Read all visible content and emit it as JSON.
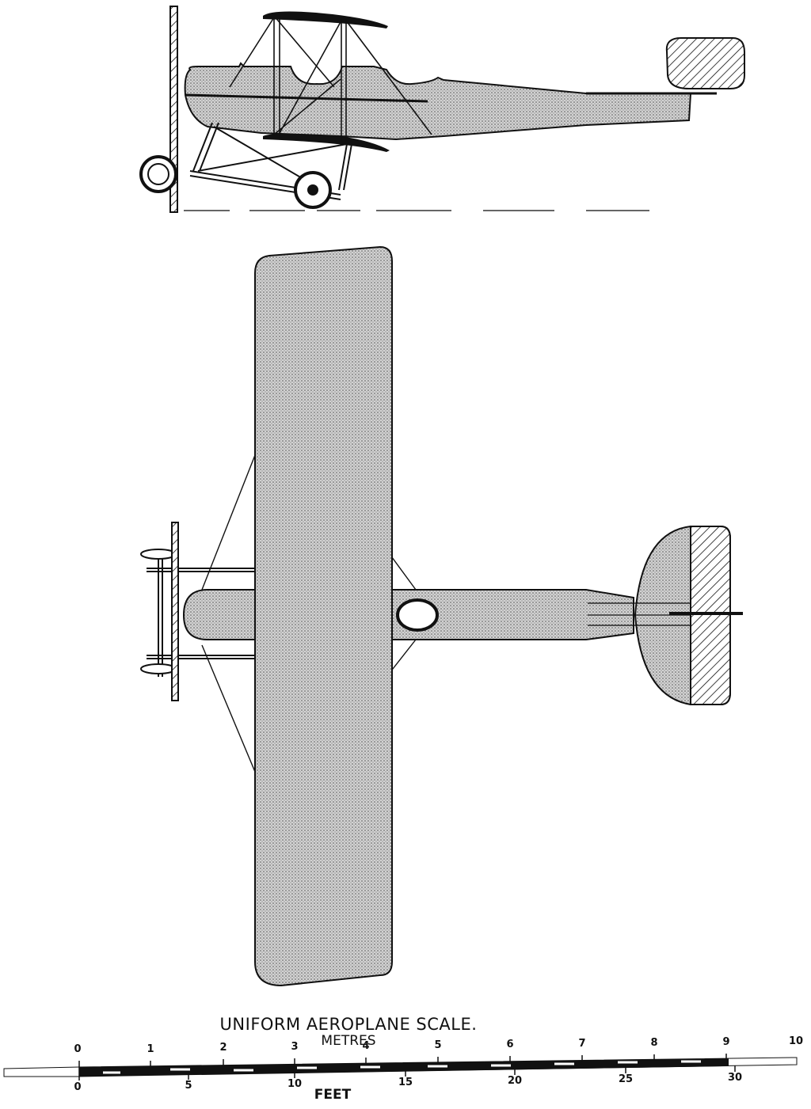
{
  "figure": {
    "subject": "Biplane three-view drawing (side elevation and plan)",
    "views": [
      "side-elevation",
      "plan-view"
    ]
  },
  "scale": {
    "title": "UNIFORM AEROPLANE SCALE.",
    "metres_label": "METRES",
    "feet_label": "FEET",
    "metre_ticks": [
      "0",
      "1",
      "2",
      "3",
      "4",
      "5",
      "6",
      "7",
      "8",
      "9",
      "10"
    ],
    "feet_ticks": [
      "0",
      "5",
      "10",
      "15",
      "20",
      "25",
      "30"
    ]
  },
  "colors": {
    "ink": "#111111",
    "fill": "#bdbdbd",
    "paper": "#ffffff"
  }
}
